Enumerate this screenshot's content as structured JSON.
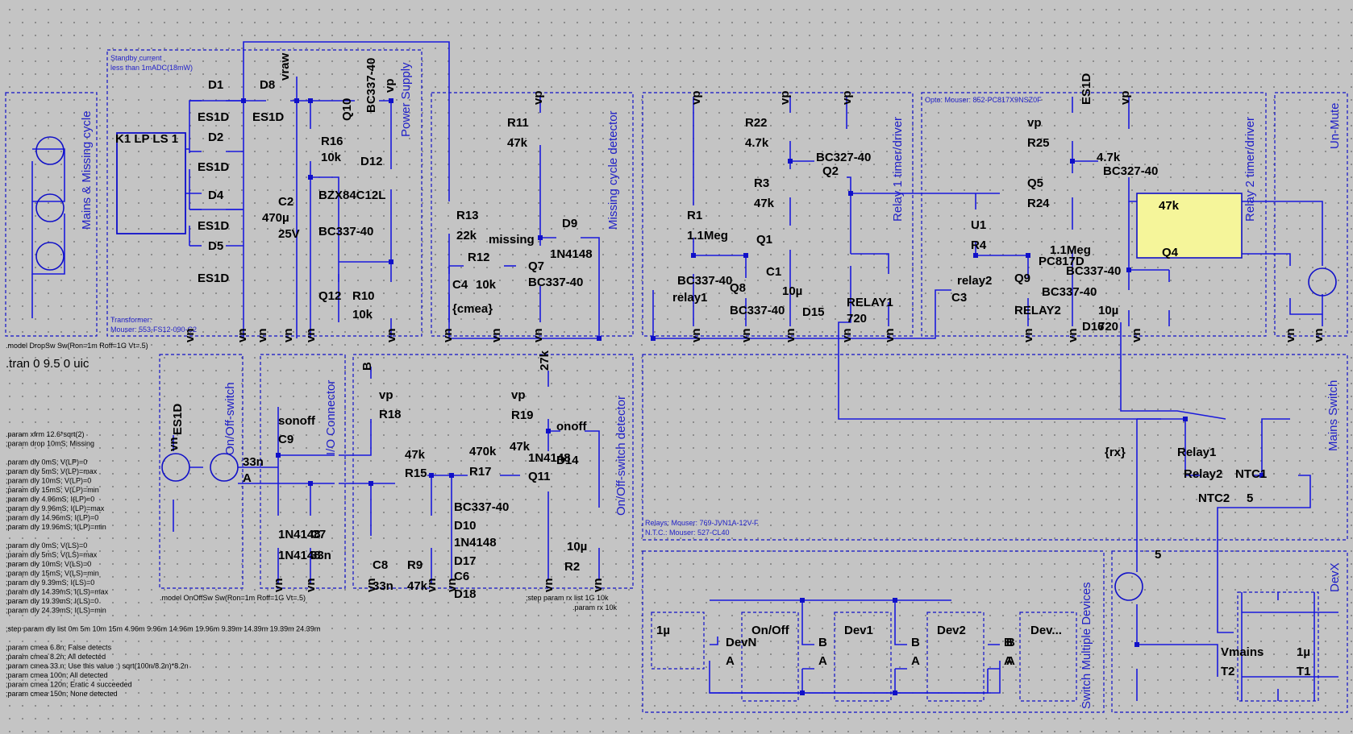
{
  "sections": {
    "mains_missing": "Mains & Missing cycle",
    "power_supply": "Power Supply",
    "missing_cycle_detector": "Missing cycle detector",
    "relay1_driver": "Relay 1 timer/driver",
    "relay2_driver": "Relay 2 timer/driver",
    "unmute": "Un-Mute",
    "onoff_switch": "On/Off-switch",
    "io_connector": "I/O Connector",
    "onoff_detector": "On/Off-switch detector",
    "mains_switch": "Mains Switch",
    "switch_multiple": "Switch Multiple Devices",
    "devx": "DevX"
  },
  "notes": {
    "standby1": "Standby current",
    "standby2": "less than 1mADC(18mW)",
    "transformer1": "Transformer:",
    "transformer2": "Mouser: 553-FS12-090-C2",
    "opto": "Opto: Mouser: 852-PC817X9NSZ0F",
    "relays": "Relays: Mouser: 769-JVN1A-12V-F",
    "ntc": "N.T.C.: Mouser: 527-CL40",
    "model_drop": ".model DropSw Sw(Ron=1m Roff=1G Vt=.5)",
    "tran": ".tran 0 9.5 0 uic",
    "model_onoff": ".model OnOffSw Sw(Ron=1m Roff=1G Vt=.5)",
    "step_rx": ";step param rx list 1G 10k",
    "param_rx": ".param rx 10k"
  },
  "params": [
    ".param xfrm 12.6*sqrt(2)",
    ";param drop 10mS; Missing",
    "",
    ".param dly 0mS; V(LP)=0",
    ";param dly 5mS; V(LP)=max",
    ";param dly 10mS; V(LP)=0",
    ";param dly 15mS; V(LP)=min",
    ";param dly 4.96mS; I(LP)=0",
    ";param dly 9.96mS; I(LP)=max",
    ";param dly 14.96mS; I(LP)=0",
    ";param dly 19.96mS; I(LP)=min",
    "",
    ";param dly 0mS; V(LS)=0",
    ";param dly 5mS; V(LS)=max",
    ";param dly 10mS; V(LS)=0",
    ";param dly 15mS; V(LS)=min",
    ";param dly 9.39mS; I(LS)=0",
    ";param dly 14.39mS; I(LS)=max",
    ";param dly 19.39mS; I(LS)=0",
    ";param dly 24.39mS; I(LS)=min",
    "",
    ";step param dly list 0m 5m 10m 15m 4.96m 9.96m 14.96m 19.96m 9.39m 14.39m 19.39m 24.39m",
    "",
    ";param cmea 6.8n; False detects",
    ";param cmea 8.2n; All detected",
    ";param cmea 33.n; Use this value :) sqrt(100n/8.2n)*8.2n",
    ";param cmea 100n; All detected",
    ";param cmea 120n; Eratic 4 succeeded",
    ";param cmea 150n; None detected"
  ],
  "labels": [
    {
      "t": "K1 LP LS 1"
    },
    {
      "t": "D1"
    },
    {
      "t": "ES1D"
    },
    {
      "t": "D8"
    },
    {
      "t": "ES1D"
    },
    {
      "t": "vraw"
    },
    {
      "t": "D2"
    },
    {
      "t": "ES1D"
    },
    {
      "t": "D4"
    },
    {
      "t": "ES1D"
    },
    {
      "t": "D5"
    },
    {
      "t": "ES1D"
    },
    {
      "t": "Q10"
    },
    {
      "t": "BC337-40"
    },
    {
      "t": "vp"
    },
    {
      "t": "R16"
    },
    {
      "t": "10k"
    },
    {
      "t": "D12"
    },
    {
      "t": "C2"
    },
    {
      "t": "470µ"
    },
    {
      "t": "25V"
    },
    {
      "t": "BZX84C12L"
    },
    {
      "t": "BC337-40"
    },
    {
      "t": "Q12"
    },
    {
      "t": "R10"
    },
    {
      "t": "10k"
    },
    {
      "t": "vp"
    },
    {
      "t": "R11"
    },
    {
      "t": "47k"
    },
    {
      "t": "R13"
    },
    {
      "t": "22k"
    },
    {
      "t": "missing"
    },
    {
      "t": "D9"
    },
    {
      "t": "R12"
    },
    {
      "t": "1N4148"
    },
    {
      "t": "Q7"
    },
    {
      "t": "C4"
    },
    {
      "t": "10k"
    },
    {
      "t": "BC337-40"
    },
    {
      "t": "{cmea}"
    },
    {
      "t": "vp"
    },
    {
      "t": "vp"
    },
    {
      "t": "vp"
    },
    {
      "t": "R22"
    },
    {
      "t": "4.7k"
    },
    {
      "t": "BC327-40"
    },
    {
      "t": "Q2"
    },
    {
      "t": "R3"
    },
    {
      "t": "47k"
    },
    {
      "t": "R1"
    },
    {
      "t": "1.1Meg"
    },
    {
      "t": "Q1"
    },
    {
      "t": "BC337-40"
    },
    {
      "t": "Q8"
    },
    {
      "t": "C1"
    },
    {
      "t": "relay1"
    },
    {
      "t": "BC337-40"
    },
    {
      "t": "10µ"
    },
    {
      "t": "RELAY1"
    },
    {
      "t": "D15"
    },
    {
      "t": "720"
    },
    {
      "t": "ES1D"
    },
    {
      "t": "vp"
    },
    {
      "t": "vp"
    },
    {
      "t": "R25"
    },
    {
      "t": "4.7k"
    },
    {
      "t": "BC327-40"
    },
    {
      "t": "Q5"
    },
    {
      "t": "R24"
    },
    {
      "t": "47k"
    },
    {
      "t": "U1"
    },
    {
      "t": "R4"
    },
    {
      "t": "1.1Meg"
    },
    {
      "t": "Q4"
    },
    {
      "t": "PC817D"
    },
    {
      "t": "BC337-40"
    },
    {
      "t": "relay2"
    },
    {
      "t": "Q9"
    },
    {
      "t": "C3"
    },
    {
      "t": "BC337-40"
    },
    {
      "t": "RELAY2"
    },
    {
      "t": "10µ"
    },
    {
      "t": "D16"
    },
    {
      "t": "720"
    },
    {
      "t": "ES1D"
    },
    {
      "t": "sonoff"
    },
    {
      "t": "C9"
    },
    {
      "t": "33n"
    },
    {
      "t": "A"
    },
    {
      "t": "B"
    },
    {
      "t": "vp"
    },
    {
      "t": "R18"
    },
    {
      "t": "47k"
    },
    {
      "t": "R15"
    },
    {
      "t": "470k"
    },
    {
      "t": "R17"
    },
    {
      "t": "27k"
    },
    {
      "t": "vp"
    },
    {
      "t": "R19"
    },
    {
      "t": "47k"
    },
    {
      "t": "onoff"
    },
    {
      "t": "D14"
    },
    {
      "t": "1N4148"
    },
    {
      "t": "Q11"
    },
    {
      "t": "BC337-40"
    },
    {
      "t": "D10"
    },
    {
      "t": "1N4148"
    },
    {
      "t": "D17"
    },
    {
      "t": "1N4148"
    },
    {
      "t": "C7"
    },
    {
      "t": "C8"
    },
    {
      "t": "R9"
    },
    {
      "t": "C6"
    },
    {
      "t": "D18"
    },
    {
      "t": "1N4148"
    },
    {
      "t": "33n"
    },
    {
      "t": "33n"
    },
    {
      "t": "47k"
    },
    {
      "t": "10µ"
    },
    {
      "t": "R2"
    },
    {
      "t": "{rx}"
    },
    {
      "t": "Relay1"
    },
    {
      "t": "Relay2"
    },
    {
      "t": "NTC1"
    },
    {
      "t": "NTC2"
    },
    {
      "t": "5"
    },
    {
      "t": "5"
    },
    {
      "t": "Vmains"
    },
    {
      "t": "T2"
    },
    {
      "t": "1µ"
    },
    {
      "t": "T1"
    },
    {
      "t": "1µ"
    },
    {
      "t": "On/Off"
    },
    {
      "t": "Dev1"
    },
    {
      "t": "Dev2"
    },
    {
      "t": "Dev..."
    },
    {
      "t": "DevN"
    },
    {
      "t": "A"
    },
    {
      "t": "B"
    },
    {
      "t": "A"
    },
    {
      "t": "B"
    },
    {
      "t": "A"
    },
    {
      "t": "B"
    },
    {
      "t": "A"
    },
    {
      "t": "B"
    },
    {
      "t": "A"
    },
    {
      "t": "B"
    }
  ],
  "gnd_labels": [
    "vn",
    "vn",
    "vn",
    "vn",
    "vn",
    "vn",
    "vn",
    "vn",
    "vn",
    "vn",
    "vn",
    "vn",
    "vn",
    "vn",
    "vn",
    "vn",
    "vn",
    "vn",
    "vn",
    "vn",
    "vn",
    "vn",
    "vn",
    "vn",
    "vn",
    "vn",
    "vn"
  ]
}
